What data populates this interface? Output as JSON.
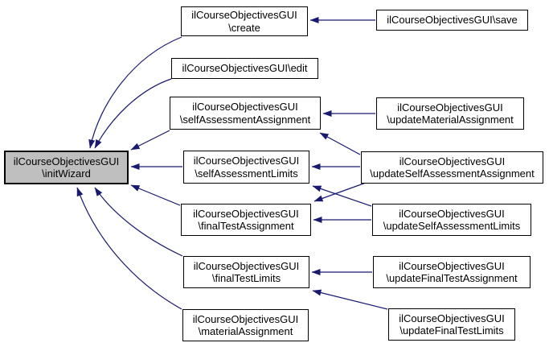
{
  "diagram": {
    "type": "call-graph",
    "background": "#ffffff",
    "edge_color": "#191970",
    "node_border_color": "#000000",
    "node_fill": "#ffffff",
    "highlight_fill": "#bfbfbf",
    "nodes": [
      {
        "id": "initWizard",
        "highlighted": true,
        "lines": [
          "ilCourseObjectivesGUI",
          "\\initWizard"
        ]
      },
      {
        "id": "create",
        "highlighted": false,
        "lines": [
          "ilCourseObjectivesGUI",
          "\\create"
        ]
      },
      {
        "id": "edit",
        "highlighted": false,
        "lines": [
          "ilCourseObjectivesGUI\\edit"
        ]
      },
      {
        "id": "selfAssessmentAssignment",
        "highlighted": false,
        "lines": [
          "ilCourseObjectivesGUI",
          "\\selfAssessmentAssignment"
        ]
      },
      {
        "id": "selfAssessmentLimits",
        "highlighted": false,
        "lines": [
          "ilCourseObjectivesGUI",
          "\\selfAssessmentLimits"
        ]
      },
      {
        "id": "finalTestAssignment",
        "highlighted": false,
        "lines": [
          "ilCourseObjectivesGUI",
          "\\finalTestAssignment"
        ]
      },
      {
        "id": "finalTestLimits",
        "highlighted": false,
        "lines": [
          "ilCourseObjectivesGUI",
          "\\finalTestLimits"
        ]
      },
      {
        "id": "materialAssignment",
        "highlighted": false,
        "lines": [
          "ilCourseObjectivesGUI",
          "\\materialAssignment"
        ]
      },
      {
        "id": "save",
        "highlighted": false,
        "lines": [
          "ilCourseObjectivesGUI\\save"
        ]
      },
      {
        "id": "updateMaterialAssignment",
        "highlighted": false,
        "lines": [
          "ilCourseObjectivesGUI",
          "\\updateMaterialAssignment"
        ]
      },
      {
        "id": "updateSelfAssessmentAssignment",
        "highlighted": false,
        "lines": [
          "ilCourseObjectivesGUI",
          "\\updateSelfAssessmentAssignment"
        ]
      },
      {
        "id": "updateSelfAssessmentLimits",
        "highlighted": false,
        "lines": [
          "ilCourseObjectivesGUI",
          "\\updateSelfAssessmentLimits"
        ]
      },
      {
        "id": "updateFinalTestAssignment",
        "highlighted": false,
        "lines": [
          "ilCourseObjectivesGUI",
          "\\updateFinalTestAssignment"
        ]
      },
      {
        "id": "updateFinalTestLimits",
        "highlighted": false,
        "lines": [
          "ilCourseObjectivesGUI",
          "\\updateFinalTestLimits"
        ]
      }
    ],
    "edges": [
      {
        "from": "create",
        "to": "initWizard"
      },
      {
        "from": "edit",
        "to": "initWizard"
      },
      {
        "from": "selfAssessmentAssignment",
        "to": "initWizard"
      },
      {
        "from": "selfAssessmentLimits",
        "to": "initWizard"
      },
      {
        "from": "finalTestAssignment",
        "to": "initWizard"
      },
      {
        "from": "finalTestLimits",
        "to": "initWizard"
      },
      {
        "from": "materialAssignment",
        "to": "initWizard"
      },
      {
        "from": "save",
        "to": "create"
      },
      {
        "from": "updateMaterialAssignment",
        "to": "selfAssessmentAssignment"
      },
      {
        "from": "updateSelfAssessmentAssignment",
        "to": "selfAssessmentAssignment"
      },
      {
        "from": "updateSelfAssessmentAssignment",
        "to": "selfAssessmentLimits"
      },
      {
        "from": "updateSelfAssessmentAssignment",
        "to": "finalTestAssignment"
      },
      {
        "from": "updateSelfAssessmentLimits",
        "to": "selfAssessmentLimits"
      },
      {
        "from": "updateSelfAssessmentLimits",
        "to": "finalTestAssignment"
      },
      {
        "from": "updateFinalTestAssignment",
        "to": "finalTestLimits"
      },
      {
        "from": "updateFinalTestLimits",
        "to": "finalTestLimits"
      }
    ]
  }
}
